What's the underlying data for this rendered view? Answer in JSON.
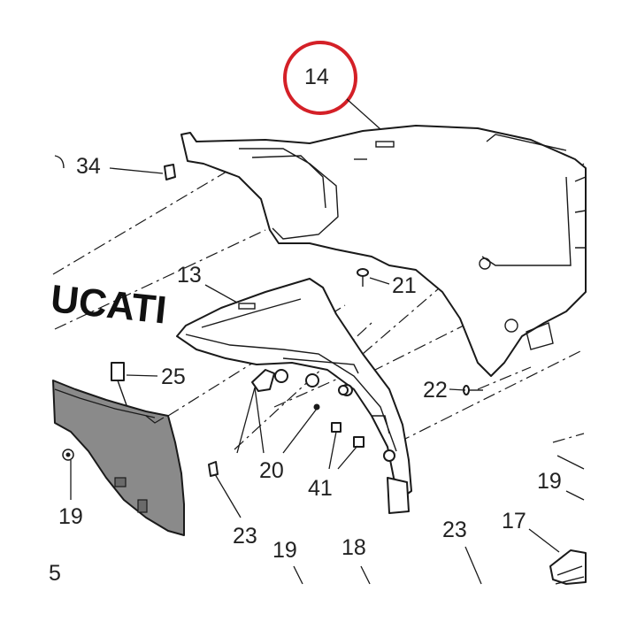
{
  "diagram": {
    "brand_logo_text": "UCATI",
    "highlight_color": "#d42027",
    "labels": {
      "part_14": "14",
      "part_34": "34",
      "part_13": "13",
      "part_21": "21",
      "part_25": "25",
      "part_22": "22",
      "part_20": "20",
      "part_41": "41",
      "part_19_left": "19",
      "part_19_right": "19",
      "part_23_left": "23",
      "part_19_bottom": "19",
      "part_18": "18",
      "part_23_right": "23",
      "part_17": "17",
      "part_5_edge": "5"
    }
  }
}
